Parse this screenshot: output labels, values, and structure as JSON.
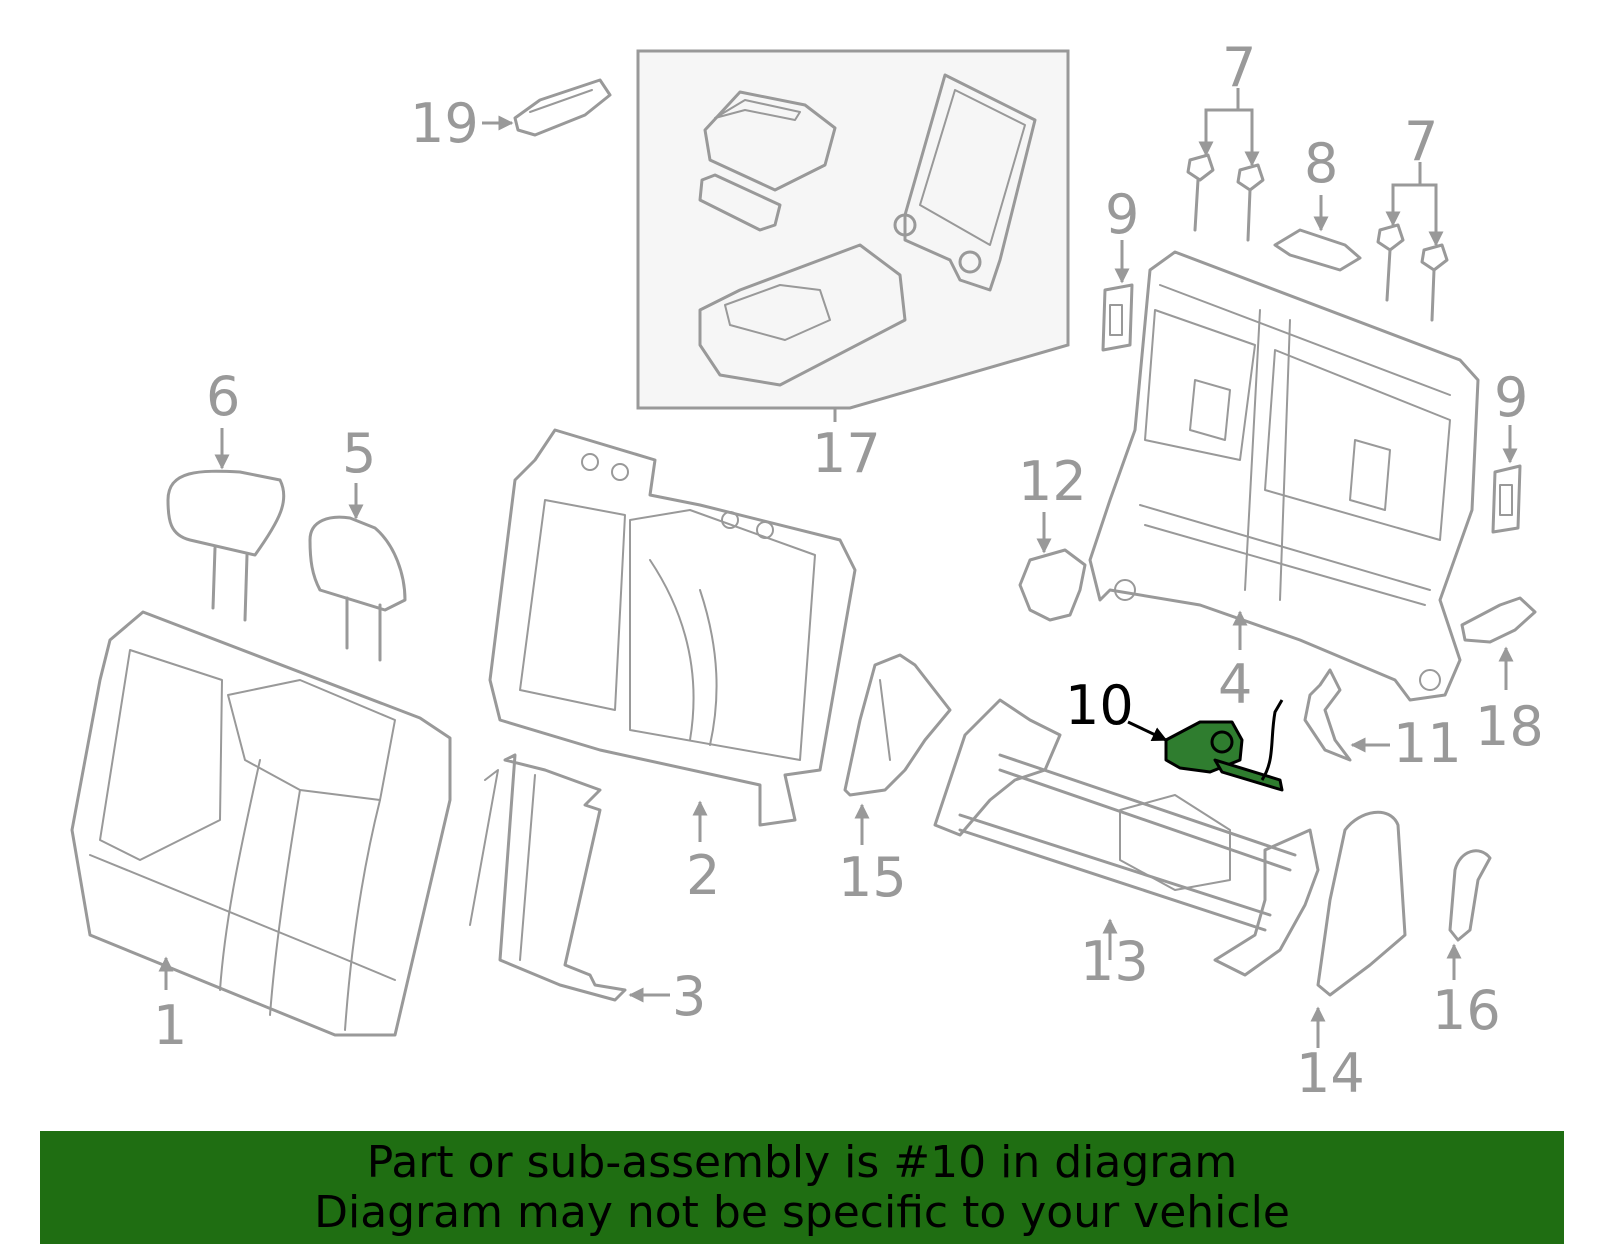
{
  "callouts": {
    "c1": "1",
    "c2": "2",
    "c3": "3",
    "c4": "4",
    "c5": "5",
    "c6": "6",
    "c7a": "7",
    "c7b": "7",
    "c8": "8",
    "c9a": "9",
    "c9b": "9",
    "c10": "10",
    "c11": "11",
    "c12": "12",
    "c13": "13",
    "c14": "14",
    "c15": "15",
    "c16": "16",
    "c17": "17",
    "c18": "18",
    "c19": "19"
  },
  "highlight": {
    "part": "10",
    "color": "#2f7d2f"
  },
  "banner": {
    "line1": "Part or sub-assembly is #10 in diagram",
    "line2": "Diagram may not be specific to your vehicle",
    "color": "#1f6e12"
  }
}
